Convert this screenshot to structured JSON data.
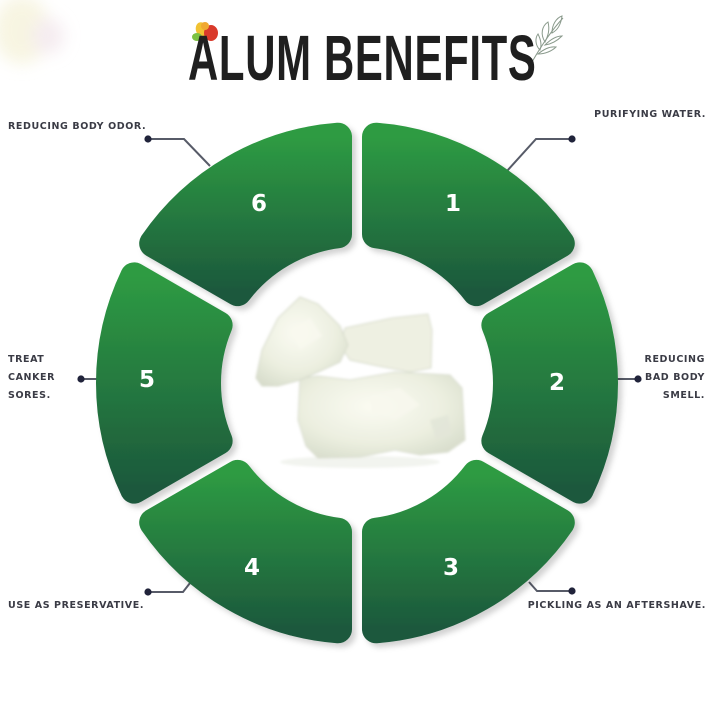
{
  "header": {
    "title": "ALUM BENEFITS"
  },
  "colors": {
    "segment_top": "#2e9b43",
    "segment_bottom": "#1c583c",
    "label_text": "#3a3b45",
    "connector": "#575b68",
    "connector_dot": "#20233a",
    "title_text": "#1f1f1f"
  },
  "benefits": [
    {
      "number": "1",
      "lines": [
        "PURIFYING WATER."
      ]
    },
    {
      "number": "2",
      "lines": [
        "REDUCING",
        "BAD BODY",
        "SMELL."
      ]
    },
    {
      "number": "3",
      "lines": [
        "PICKLING AS AN AFTERSHAVE."
      ]
    },
    {
      "number": "4",
      "lines": [
        "USE AS PRESERVATIVE."
      ]
    },
    {
      "number": "5",
      "lines": [
        "TREAT",
        "CANKER",
        "SORES."
      ]
    },
    {
      "number": "6",
      "lines": [
        "REDUCING BODY ODOR."
      ]
    }
  ],
  "center_image": {
    "subject": "alum-crystals"
  }
}
